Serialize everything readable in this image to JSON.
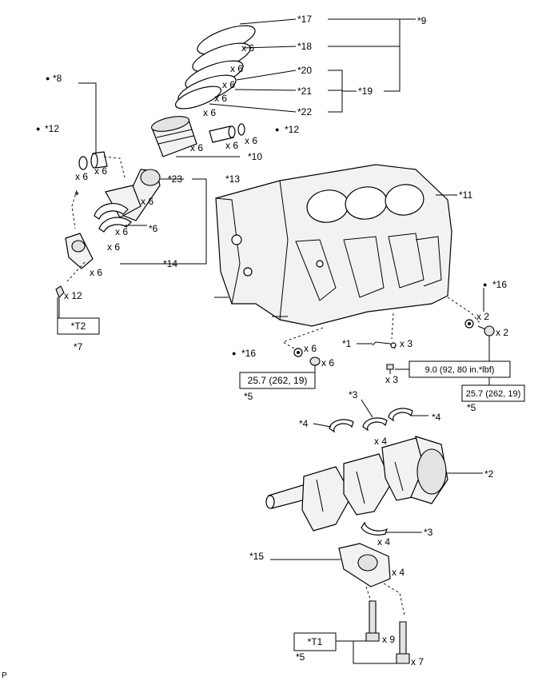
{
  "labels": {
    "p1": "*1",
    "p2": "*2",
    "p3a": "*3",
    "p3b": "*3",
    "p4a": "*4",
    "p4b": "*4",
    "p5a": "*5",
    "p5b": "*5",
    "p5c": "*5",
    "p6": "*6",
    "p7": "*7",
    "p8": "*8",
    "p9": "*9",
    "p10": "*10",
    "p11": "*11",
    "p12a": "*12",
    "p12b": "*12",
    "p13": "*13",
    "p14": "*14",
    "p15": "*15",
    "p16a": "*16",
    "p16b": "*16",
    "p17": "*17",
    "p18": "*18",
    "p19": "*19",
    "p20": "*20",
    "p21": "*21",
    "p22": "*22",
    "p23": "*23"
  },
  "quantities": {
    "q_ring1": "x 6",
    "q_ring2": "x 6",
    "q_ring3": "x 6",
    "q_ring4": "x 6",
    "q_ring5": "x 6",
    "q_piston": "x 6",
    "q_pin": "x 6",
    "q_clipR": "x 6",
    "q_clipL": "x 6",
    "q_bush": "x 6",
    "q_rod": "x 6",
    "q_brg1": "x 6",
    "q_brg2": "x 6",
    "q_cap": "x 6",
    "q_bolt": "x 12",
    "q_wash16a": "x 6",
    "q_bolt16a": "x 6",
    "q_jet": "x 3",
    "q_jetbolt": "x 3",
    "q_wash16b": "x 2",
    "q_bolt16b": "x 2",
    "q_upper": "x 4",
    "q_lower": "x 4",
    "q_mcap": "x 4",
    "q_mbolt9": "x 9",
    "q_mbolt7": "x 7"
  },
  "boxes": {
    "t2": "*T2",
    "t1": "*T1",
    "torque_a": "25.7 (262, 19)",
    "torque_b": "9.0 (92, 80 in.*lbf)",
    "torque_c": "25.7 (262, 19)"
  },
  "bullet": "●",
  "corner_mark": "P"
}
